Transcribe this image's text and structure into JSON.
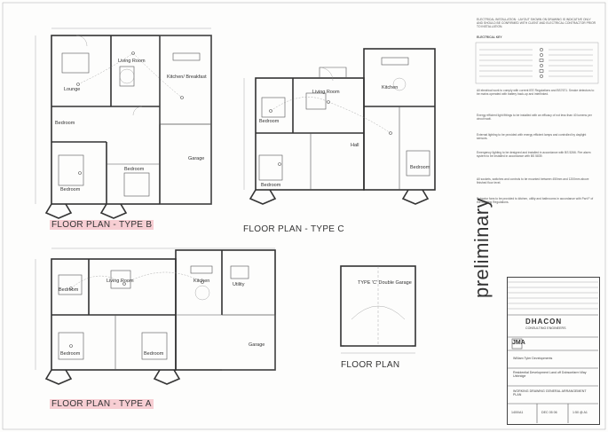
{
  "plans": {
    "type_b": {
      "label": "FLOOR PLAN - TYPE B"
    },
    "type_c": {
      "label": "FLOOR PLAN - TYPE C"
    },
    "type_a": {
      "label": "FLOOR PLAN - TYPE A"
    },
    "garage": {
      "label": "FLOOR PLAN"
    }
  },
  "rooms": {
    "b_lounge": "Lounge",
    "b_living": "Living Room",
    "b_kitchen": "Kitchen/ Breakfast",
    "b_bedroom1": "Bedroom",
    "b_bedroom2": "Bedroom",
    "b_bedroom3": "Bedroom",
    "b_garage": "Garage",
    "c_living": "Living Room",
    "c_bedroom1": "Bedroom",
    "c_bedroom2": "Bedroom",
    "c_bedroom3": "Bedroom",
    "c_kitchen": "Kitchen",
    "c_hall": "Hall",
    "a_living": "Living Room",
    "a_bedroom1": "Bedroom",
    "a_bedroom2": "Bedroom",
    "a_bedroom3": "Bedroom",
    "a_kitchen": "Kitchen",
    "a_utility": "Utility",
    "a_garage": "Garage",
    "g_title": "TYPE 'C' Double Garage"
  },
  "notes": {
    "n1": "ELECTRICAL INSTALLATION : LAYOUT SHOWN ON DRAWING IS INDICATIVE ONLY AND SHOULD BE CONFIRMED WITH CLIENT AND ELECTRICAL CONTRACTOR PRIOR TO INSTALLATION.",
    "key": "ELECTRICAL KEY",
    "n2": "All electrical work to comply with current IEE Regulations and BS7671. Smoke detectors to be mains operated with battery back-up and interlinked.",
    "n3": "Energy efficient light fittings to be installed with an efficacy of not less than 40 lumens per circuit watt.",
    "n4": "External lighting to be provided with energy efficient lamps and controlled by daylight sensors.",
    "n5": "Emergency lighting to be designed and installed in accordance with BS 5266. Fire alarm system to be installed in accordance with BS 5839.",
    "n6": "All sockets, switches and controls to be mounted between 450mm and 1200mm above finished floor level.",
    "n7": "Extractor fans to be provided to kitchen, utility and bathrooms in accordance with Part F of the Building Regulations."
  },
  "title_block": {
    "preliminary": "preliminary",
    "company": "DHACON",
    "company_sub": "CONSULTING ENGINEERS",
    "client_label": "William Tyler Developments",
    "project": "Residential Development Land off Dobsonfarm Way Uxbridge",
    "drawing_title": "WORKING DRAWING GENERAL ARRANGEMENT PLAN",
    "drawing_no": "1400/A1",
    "date": "DEC 05 06",
    "scale": "1:50 @ A1",
    "logo": "JMA"
  }
}
